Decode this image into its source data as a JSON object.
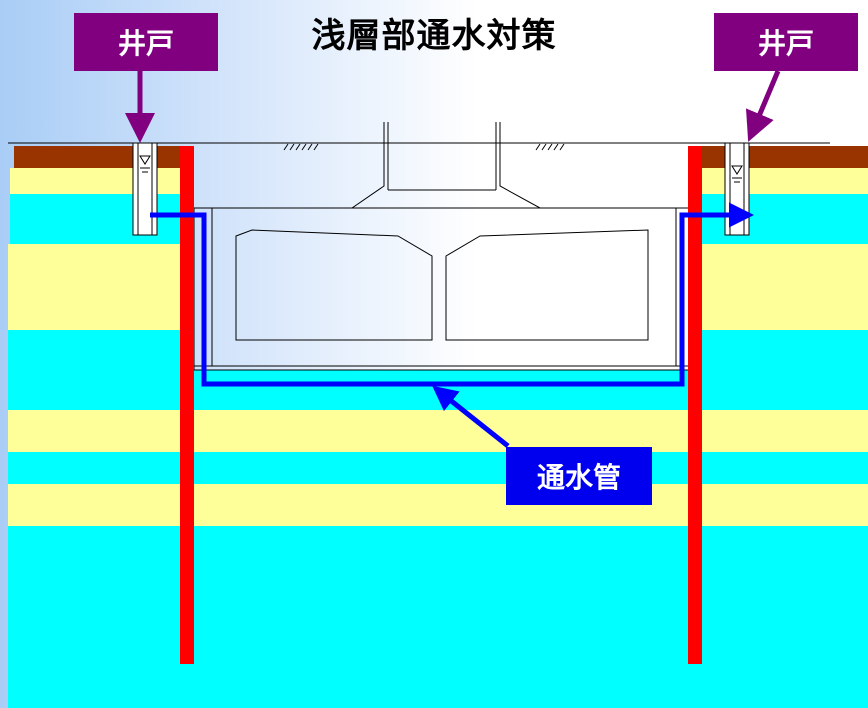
{
  "title": "浅層部通水対策",
  "labels": {
    "well_left": "井戸",
    "well_right": "井戸",
    "pipe": "通水管"
  },
  "colors": {
    "aquifer": "#00ffff",
    "clay": "#ffff99",
    "topsoil": "#993300",
    "retaining_wall": "#ff0000",
    "pipe": "#0000ff",
    "well_label": "#800080",
    "pipe_label": "#0000ee"
  },
  "layers": [
    {
      "type": "clay"
    },
    {
      "type": "aquifer"
    },
    {
      "type": "clay"
    },
    {
      "type": "aquifer"
    },
    {
      "type": "clay"
    },
    {
      "type": "aquifer"
    },
    {
      "type": "clay"
    },
    {
      "type": "aquifer"
    }
  ]
}
